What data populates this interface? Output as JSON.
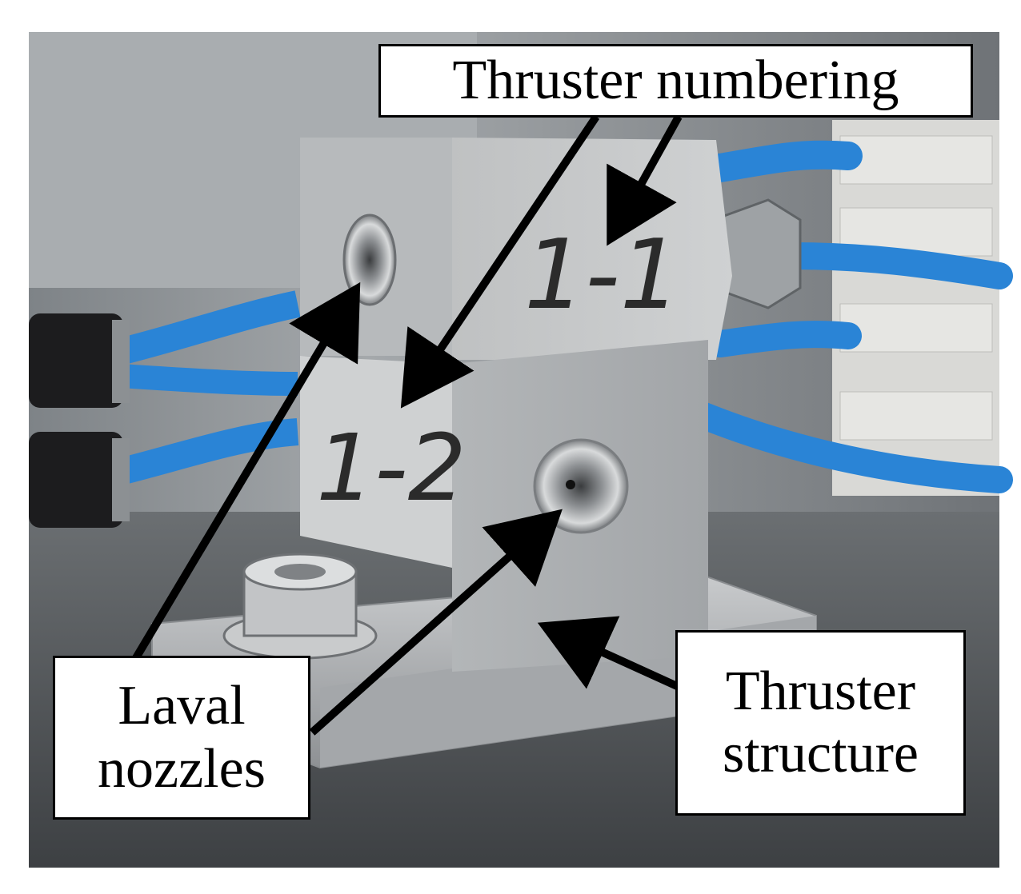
{
  "labels": {
    "thruster_numbering": "Thruster numbering",
    "laval_nozzles": [
      "Laval",
      "nozzles"
    ],
    "thruster_structure": [
      "Thruster",
      "structure"
    ]
  },
  "handwritten_marks": {
    "top_face": "1-1",
    "front_face": "1-2"
  },
  "colors": {
    "aluminum": "#b9bcbe",
    "tube_blue": "#2a84d6",
    "connector_black": "#1c1c1e",
    "background_wall": "#8f9396",
    "arrow": "#000000"
  }
}
